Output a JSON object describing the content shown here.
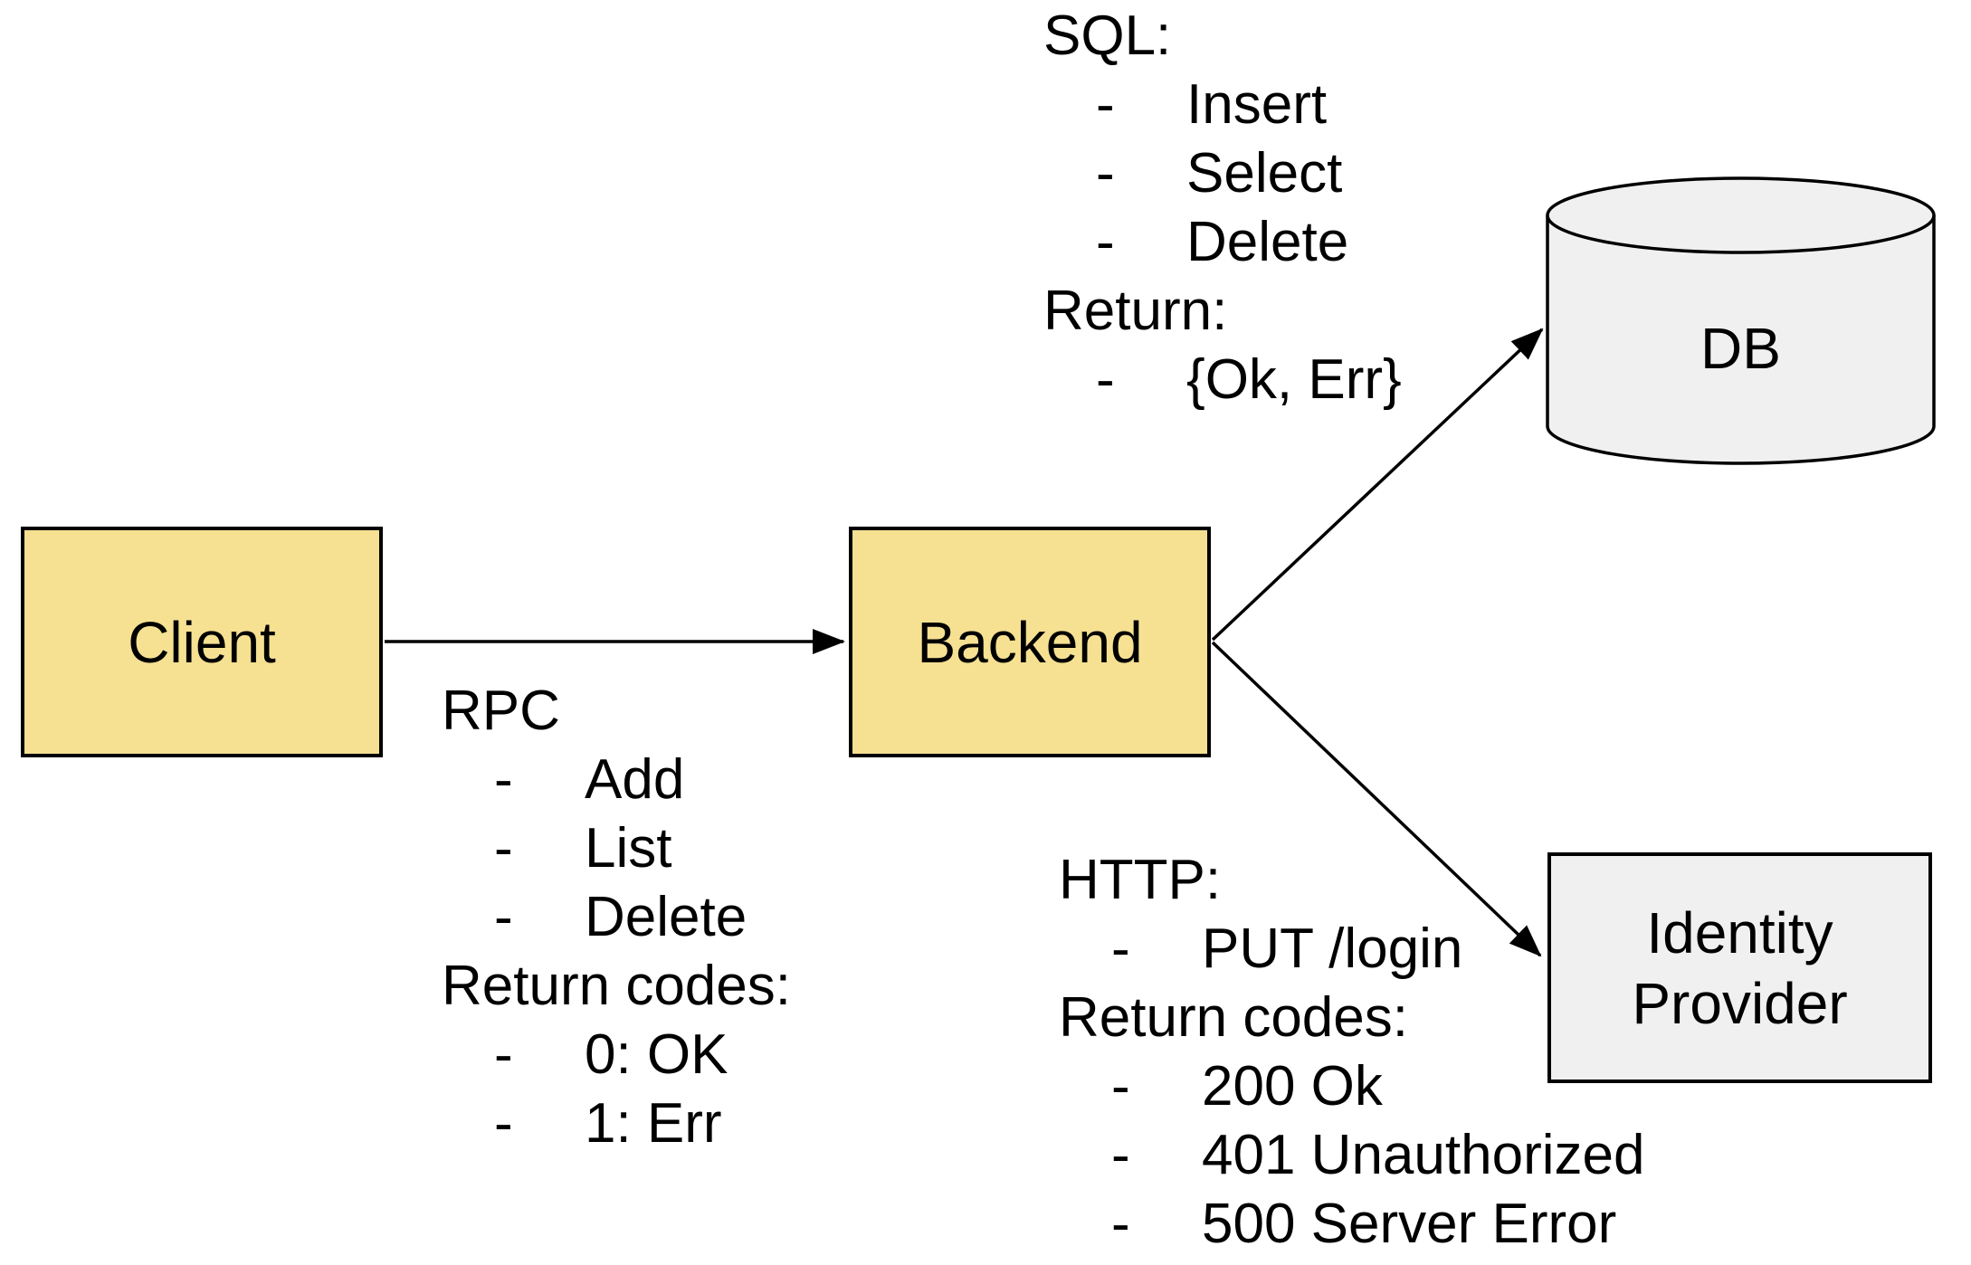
{
  "ui": {
    "bullet": "-"
  },
  "colors": {
    "node_fill": "#f6e092",
    "store_fill": "#f0f0f0",
    "stroke": "#000000",
    "background": "#ffffff"
  },
  "nodes": {
    "client": {
      "label": "Client"
    },
    "backend": {
      "label": "Backend"
    },
    "db": {
      "label": "DB"
    },
    "identity_provider": {
      "label": "Identity Provider"
    }
  },
  "annotations": {
    "rpc": {
      "title": "RPC",
      "items": [
        "Add",
        "List",
        "Delete"
      ],
      "subtitle": "Return codes:",
      "sub_items": [
        "0: OK",
        "1: Err"
      ]
    },
    "sql": {
      "title": "SQL:",
      "items": [
        "Insert",
        "Select",
        "Delete"
      ],
      "subtitle": "Return:",
      "sub_items": [
        "{Ok, Err}"
      ]
    },
    "http": {
      "title": "HTTP:",
      "items": [
        "PUT /login"
      ],
      "subtitle": "Return codes:",
      "sub_items": [
        "200 Ok",
        "401 Unauthorized",
        "500 Server Error"
      ]
    }
  }
}
